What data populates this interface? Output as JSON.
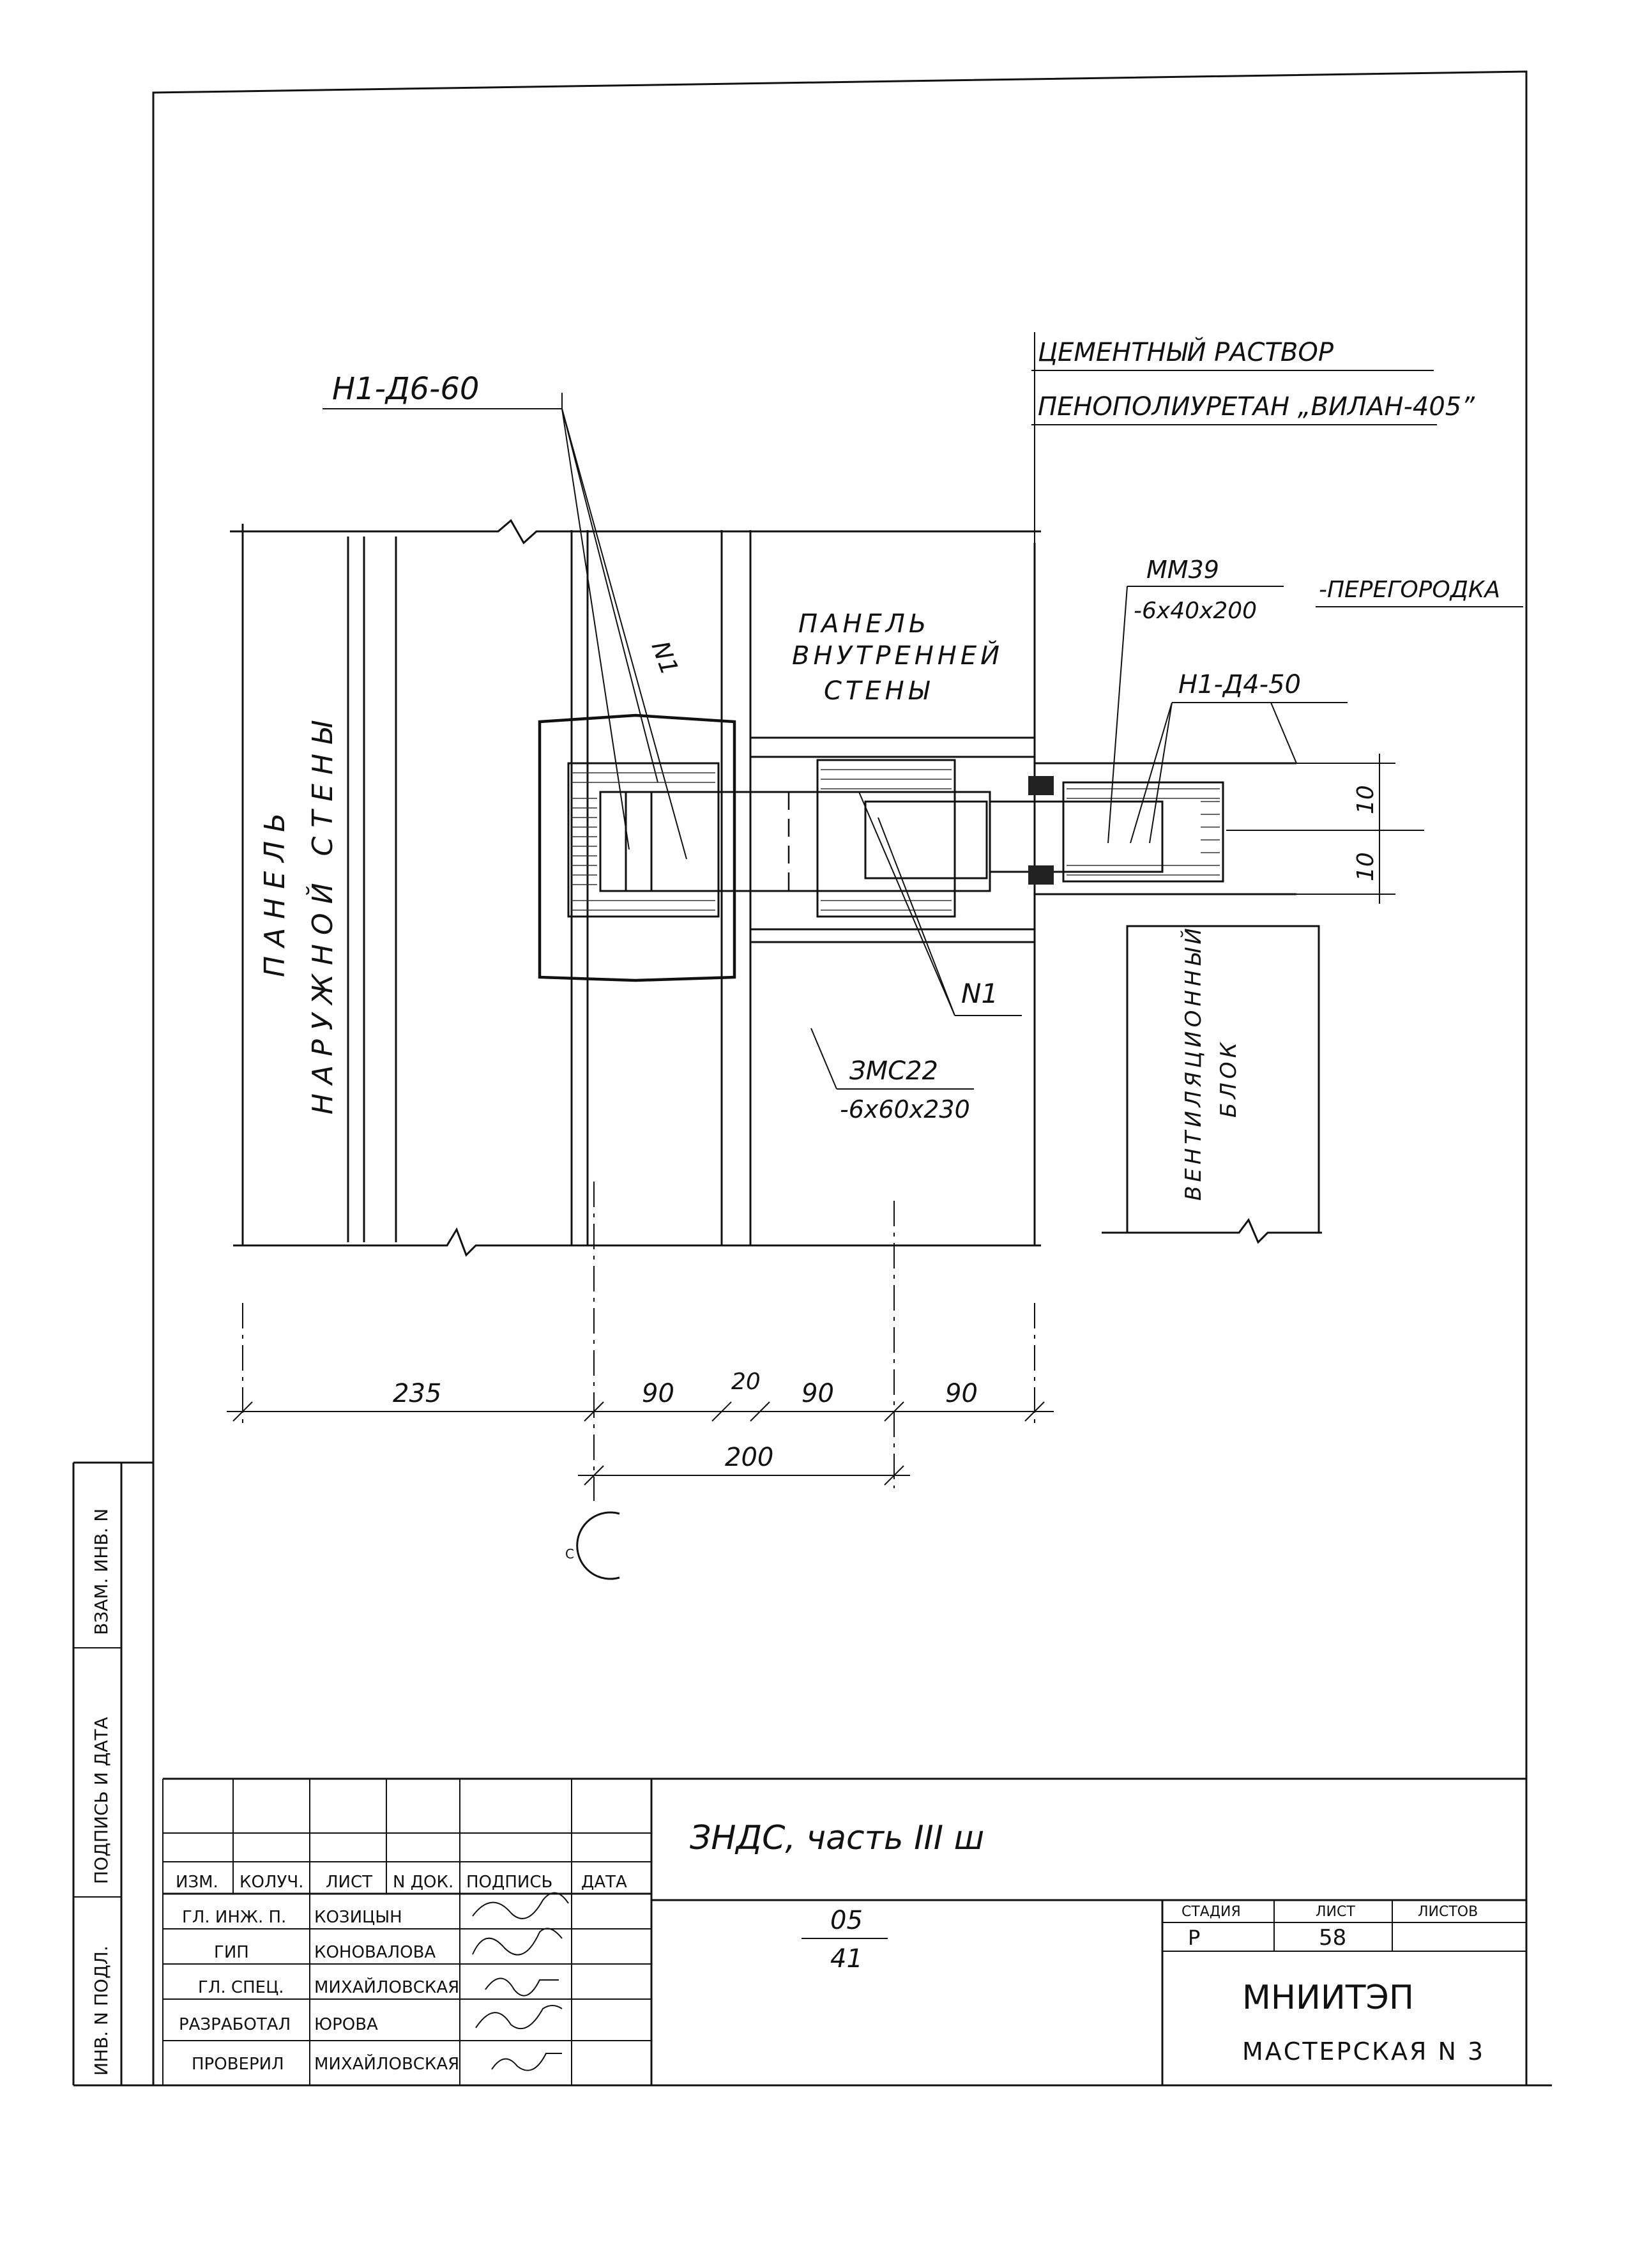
{
  "drawing": {
    "annotations": {
      "cement": "ЦЕМЕНТНЫЙ РАСТВОР",
      "foam": "ПЕНОПОЛИУРЕТАН „ВИЛАН-405”",
      "n1_d6_60": "Н1-Д6-60",
      "mm39": "ММ39",
      "mm39_size": "-6x40x200",
      "partition": "-ПЕРЕГОРОДКА",
      "n1_d4_50": "Н1-Д4-50",
      "n1_a": "N1",
      "n1_b": "N1",
      "zms22": "ЗМС22",
      "zms22_size": "-6x60x230"
    },
    "panels": {
      "outer_wall_line1": "ПАНЕЛЬ",
      "outer_wall_line2": "НАРУЖНОЙ СТЕНЫ",
      "inner_wall_line1": "ПАНЕЛЬ",
      "inner_wall_line2": "ВНУТРЕННЕЙ",
      "inner_wall_line3": "СТЕНЫ",
      "vent_line1": "ВЕНТИЛЯЦИОННЫЙ",
      "vent_line2": "БЛОК"
    },
    "dimensions": {
      "d235": "235",
      "d90a": "90",
      "d20": "20",
      "d90b": "90",
      "d90c": "90",
      "d200": "200",
      "d10a": "10",
      "d10b": "10"
    },
    "axis_label": "С"
  },
  "side_stamp": {
    "inv_n_podl": "ИНВ. N ПОДЛ.",
    "podpis_data": "ПОДПИСЬ И ДАТА",
    "vzam_inv": "ВЗАМ. ИНВ. N"
  },
  "title_block": {
    "title": "ЗНДС, часть III ш",
    "headers": [
      "ИЗМ.",
      "КОЛУЧ.",
      "ЛИСТ",
      "N ДОК.",
      "ПОДПИСЬ",
      "ДАТА"
    ],
    "people": [
      {
        "role": "ГЛ. ИНЖ. П.",
        "name": "КОЗИЦЫН"
      },
      {
        "role": "ГИП",
        "name": "КОНОВАЛОВА"
      },
      {
        "role": "ГЛ. СПЕЦ.",
        "name": "МИХАЙЛОВСКАЯ"
      },
      {
        "role": "РАЗРАБОТАЛ",
        "name": "ЮРОВА"
      },
      {
        "role": "ПРОВЕРИЛ",
        "name": "МИХАЙЛОВСКАЯ"
      }
    ],
    "fraction_top": "05",
    "fraction_bottom": "41",
    "stage_label": "СТАДИЯ",
    "sheet_label": "ЛИСТ",
    "sheets_label": "ЛИСТОВ",
    "stage": "Р",
    "sheet": "58",
    "org": "МНИИТЭП",
    "workshop": "МАСТЕРСКАЯ N 3"
  }
}
